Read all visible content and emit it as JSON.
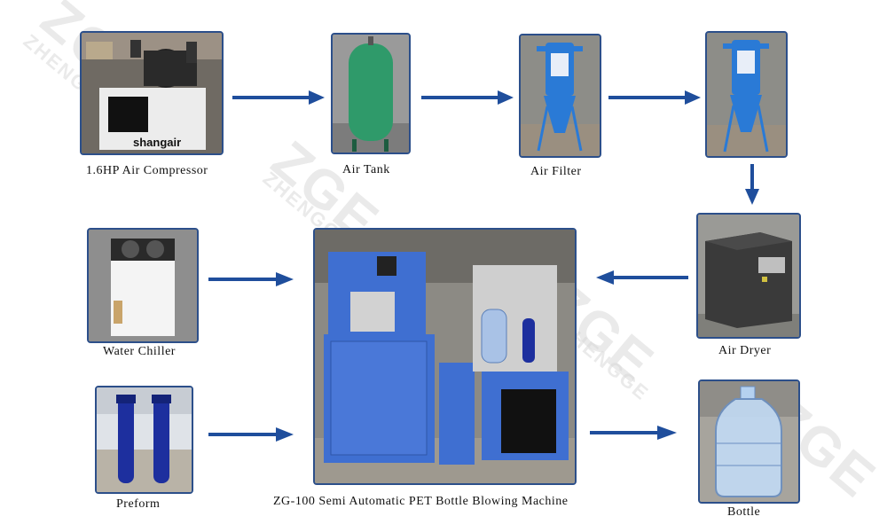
{
  "watermark": {
    "brand": "ZGE",
    "company": "ZHENGGE"
  },
  "colors": {
    "arrow": "#1f4e9c",
    "frame": "#2c4f8a",
    "machine_blue": "#3f6fd1",
    "tank_green": "#2f9a6a",
    "filter_blue": "#2a7ad6"
  },
  "nodes": {
    "compressor": {
      "label": "1.6HP Air Compressor",
      "brand_text": "shangair"
    },
    "tank": {
      "label": "Air Tank"
    },
    "filter1": {
      "label": "Air Filter"
    },
    "filter2": {
      "label": ""
    },
    "dryer": {
      "label": "Air Dryer"
    },
    "chiller": {
      "label": "Water  Chiller"
    },
    "preform": {
      "label": "Preform"
    },
    "machine": {
      "label": "ZG-100 Semi Automatic PET Bottle Blowing Machine"
    },
    "bottle": {
      "label": "Bottle"
    }
  },
  "flow": [
    {
      "from": "compressor",
      "to": "tank"
    },
    {
      "from": "tank",
      "to": "filter1"
    },
    {
      "from": "filter1",
      "to": "filter2"
    },
    {
      "from": "filter2",
      "to": "dryer"
    },
    {
      "from": "dryer",
      "to": "machine"
    },
    {
      "from": "chiller",
      "to": "machine"
    },
    {
      "from": "preform",
      "to": "machine"
    },
    {
      "from": "machine",
      "to": "bottle"
    }
  ]
}
